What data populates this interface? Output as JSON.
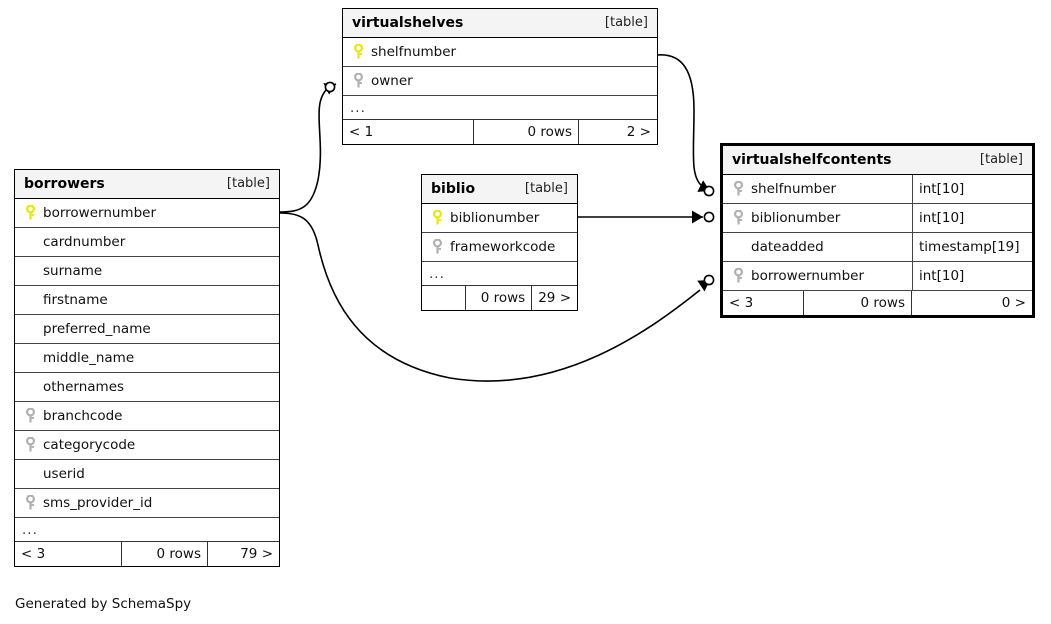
{
  "diagram": {
    "title": "SchemaSpy relationships diagram",
    "credit": "Generated by SchemaSpy",
    "table_tag": "[table]",
    "ellipsis": "...",
    "colors": {
      "primary_key": "#e8e800",
      "foreign_key": "#b0b0b0",
      "header_bg": "#f4f4f4",
      "border": "#000000",
      "edge": "#000000",
      "background": "#ffffff"
    }
  },
  "tables": [
    {
      "id": "virtualshelves",
      "name": "virtualshelves",
      "tag": "[table]",
      "emphasized": false,
      "columns": [
        {
          "name": "shelfnumber",
          "key": "primary",
          "key_icon": "key-icon-primary",
          "type": ""
        },
        {
          "name": "owner",
          "key": "foreign",
          "key_icon": "key-icon-foreign",
          "type": ""
        }
      ],
      "has_more": true,
      "more_label": "...",
      "footer": {
        "left": "< 1",
        "center": "0 rows",
        "right": "2 >"
      }
    },
    {
      "id": "borrowers",
      "name": "borrowers",
      "tag": "[table]",
      "emphasized": false,
      "columns": [
        {
          "name": "borrowernumber",
          "key": "primary",
          "key_icon": "key-icon-primary",
          "type": ""
        },
        {
          "name": "cardnumber",
          "key": "none",
          "key_icon": "",
          "type": ""
        },
        {
          "name": "surname",
          "key": "none",
          "key_icon": "",
          "type": ""
        },
        {
          "name": "firstname",
          "key": "none",
          "key_icon": "",
          "type": ""
        },
        {
          "name": "preferred_name",
          "key": "none",
          "key_icon": "",
          "type": ""
        },
        {
          "name": "middle_name",
          "key": "none",
          "key_icon": "",
          "type": ""
        },
        {
          "name": "othernames",
          "key": "none",
          "key_icon": "",
          "type": ""
        },
        {
          "name": "branchcode",
          "key": "foreign",
          "key_icon": "key-icon-foreign",
          "type": ""
        },
        {
          "name": "categorycode",
          "key": "foreign",
          "key_icon": "key-icon-foreign",
          "type": ""
        },
        {
          "name": "userid",
          "key": "none",
          "key_icon": "",
          "type": ""
        },
        {
          "name": "sms_provider_id",
          "key": "foreign",
          "key_icon": "key-icon-foreign",
          "type": ""
        }
      ],
      "has_more": true,
      "more_label": "...",
      "footer": {
        "left": "< 3",
        "center": "0 rows",
        "right": "79 >"
      }
    },
    {
      "id": "biblio",
      "name": "biblio",
      "tag": "[table]",
      "emphasized": false,
      "columns": [
        {
          "name": "biblionumber",
          "key": "primary",
          "key_icon": "key-icon-primary",
          "type": ""
        },
        {
          "name": "frameworkcode",
          "key": "foreign",
          "key_icon": "key-icon-foreign",
          "type": ""
        }
      ],
      "has_more": true,
      "more_label": "...",
      "footer": {
        "left": "",
        "center": "0 rows",
        "right": "29 >"
      }
    },
    {
      "id": "virtualshelfcontents",
      "name": "virtualshelfcontents",
      "tag": "[table]",
      "emphasized": true,
      "columns": [
        {
          "name": "shelfnumber",
          "key": "foreign",
          "key_icon": "key-icon-foreign",
          "type": "int[10]"
        },
        {
          "name": "biblionumber",
          "key": "foreign",
          "key_icon": "key-icon-foreign",
          "type": "int[10]"
        },
        {
          "name": "dateadded",
          "key": "none",
          "key_icon": "",
          "type": "timestamp[19]"
        },
        {
          "name": "borrowernumber",
          "key": "foreign",
          "key_icon": "key-icon-foreign",
          "type": "int[10]"
        }
      ],
      "has_more": false,
      "more_label": "",
      "footer": {
        "left": "< 3",
        "center": "0 rows",
        "right": "0 >"
      }
    }
  ],
  "relationships": [
    {
      "id": "rel-borrowers-virtualshelves-owner",
      "from_table": "borrowers",
      "from_column": "borrowernumber",
      "to_table": "virtualshelves",
      "to_column": "owner"
    },
    {
      "id": "rel-borrowers-vsc-borrowernumber",
      "from_table": "borrowers",
      "from_column": "borrowernumber",
      "to_table": "virtualshelfcontents",
      "to_column": "borrowernumber"
    },
    {
      "id": "rel-virtualshelves-vsc-shelfnumber",
      "from_table": "virtualshelves",
      "from_column": "shelfnumber",
      "to_table": "virtualshelfcontents",
      "to_column": "shelfnumber"
    },
    {
      "id": "rel-biblio-vsc-biblionumber",
      "from_table": "biblio",
      "from_column": "biblionumber",
      "to_table": "virtualshelfcontents",
      "to_column": "biblionumber"
    }
  ]
}
